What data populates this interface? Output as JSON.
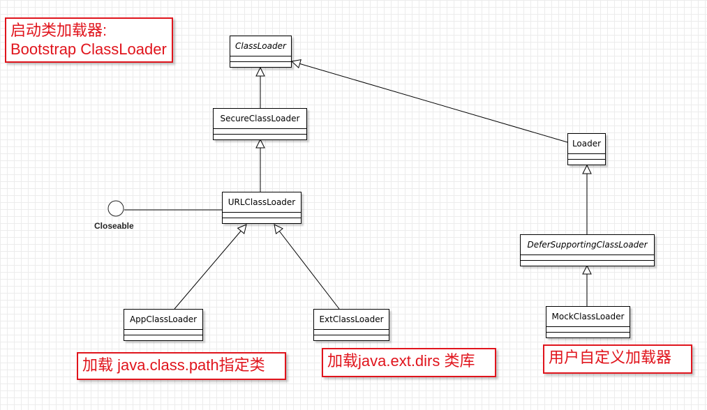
{
  "classes": {
    "class_loader": "ClassLoader",
    "secure_class_loader": "SecureClassLoader",
    "url_class_loader": "URLClassLoader",
    "app_class_loader": "AppClassLoader",
    "ext_class_loader": "ExtClassLoader",
    "loader": "Loader",
    "defer_supporting_class_loader": "DeferSupportingClassLoader",
    "mock_class_loader": "MockClassLoader"
  },
  "interface": {
    "closeable": "Closeable"
  },
  "notes": {
    "bootstrap_line1": "启动类加载器:",
    "bootstrap_line2": "Bootstrap ClassLoader",
    "app_note": "加载 java.class.path指定类",
    "ext_note": "加载java.ext.dirs 类库",
    "custom_note": "用户自定义加载器"
  },
  "colors": {
    "note_border": "#e0141c",
    "note_text": "#e0141c",
    "grid": "#ececec"
  }
}
